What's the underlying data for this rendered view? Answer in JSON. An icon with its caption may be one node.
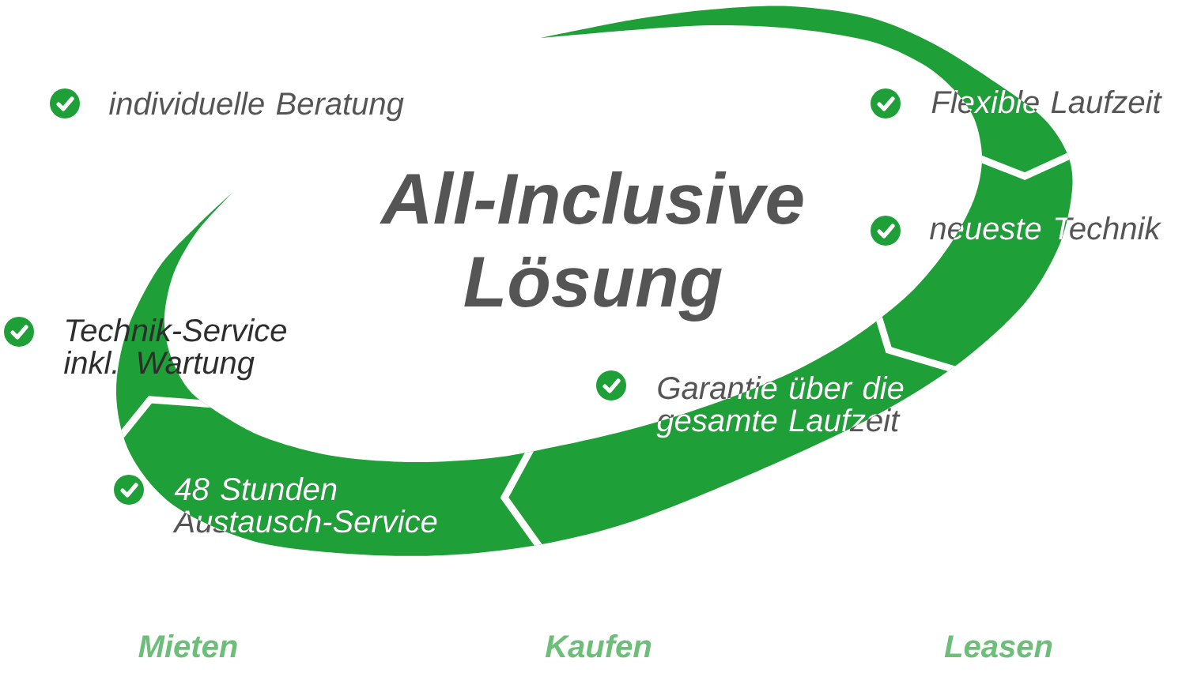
{
  "diagram": {
    "title": "All-Inclusive Lösung",
    "labels": [
      "individuelle Beratung",
      "Flexible Laufzeit",
      "neueste Technik",
      "Technik-Service inkl. Wartung",
      "Garantie über die gesamte Laufzeit",
      "48 Stunden Austausch-Service",
      "Mieten",
      "Kaufen",
      "Leasen"
    ]
  }
}
